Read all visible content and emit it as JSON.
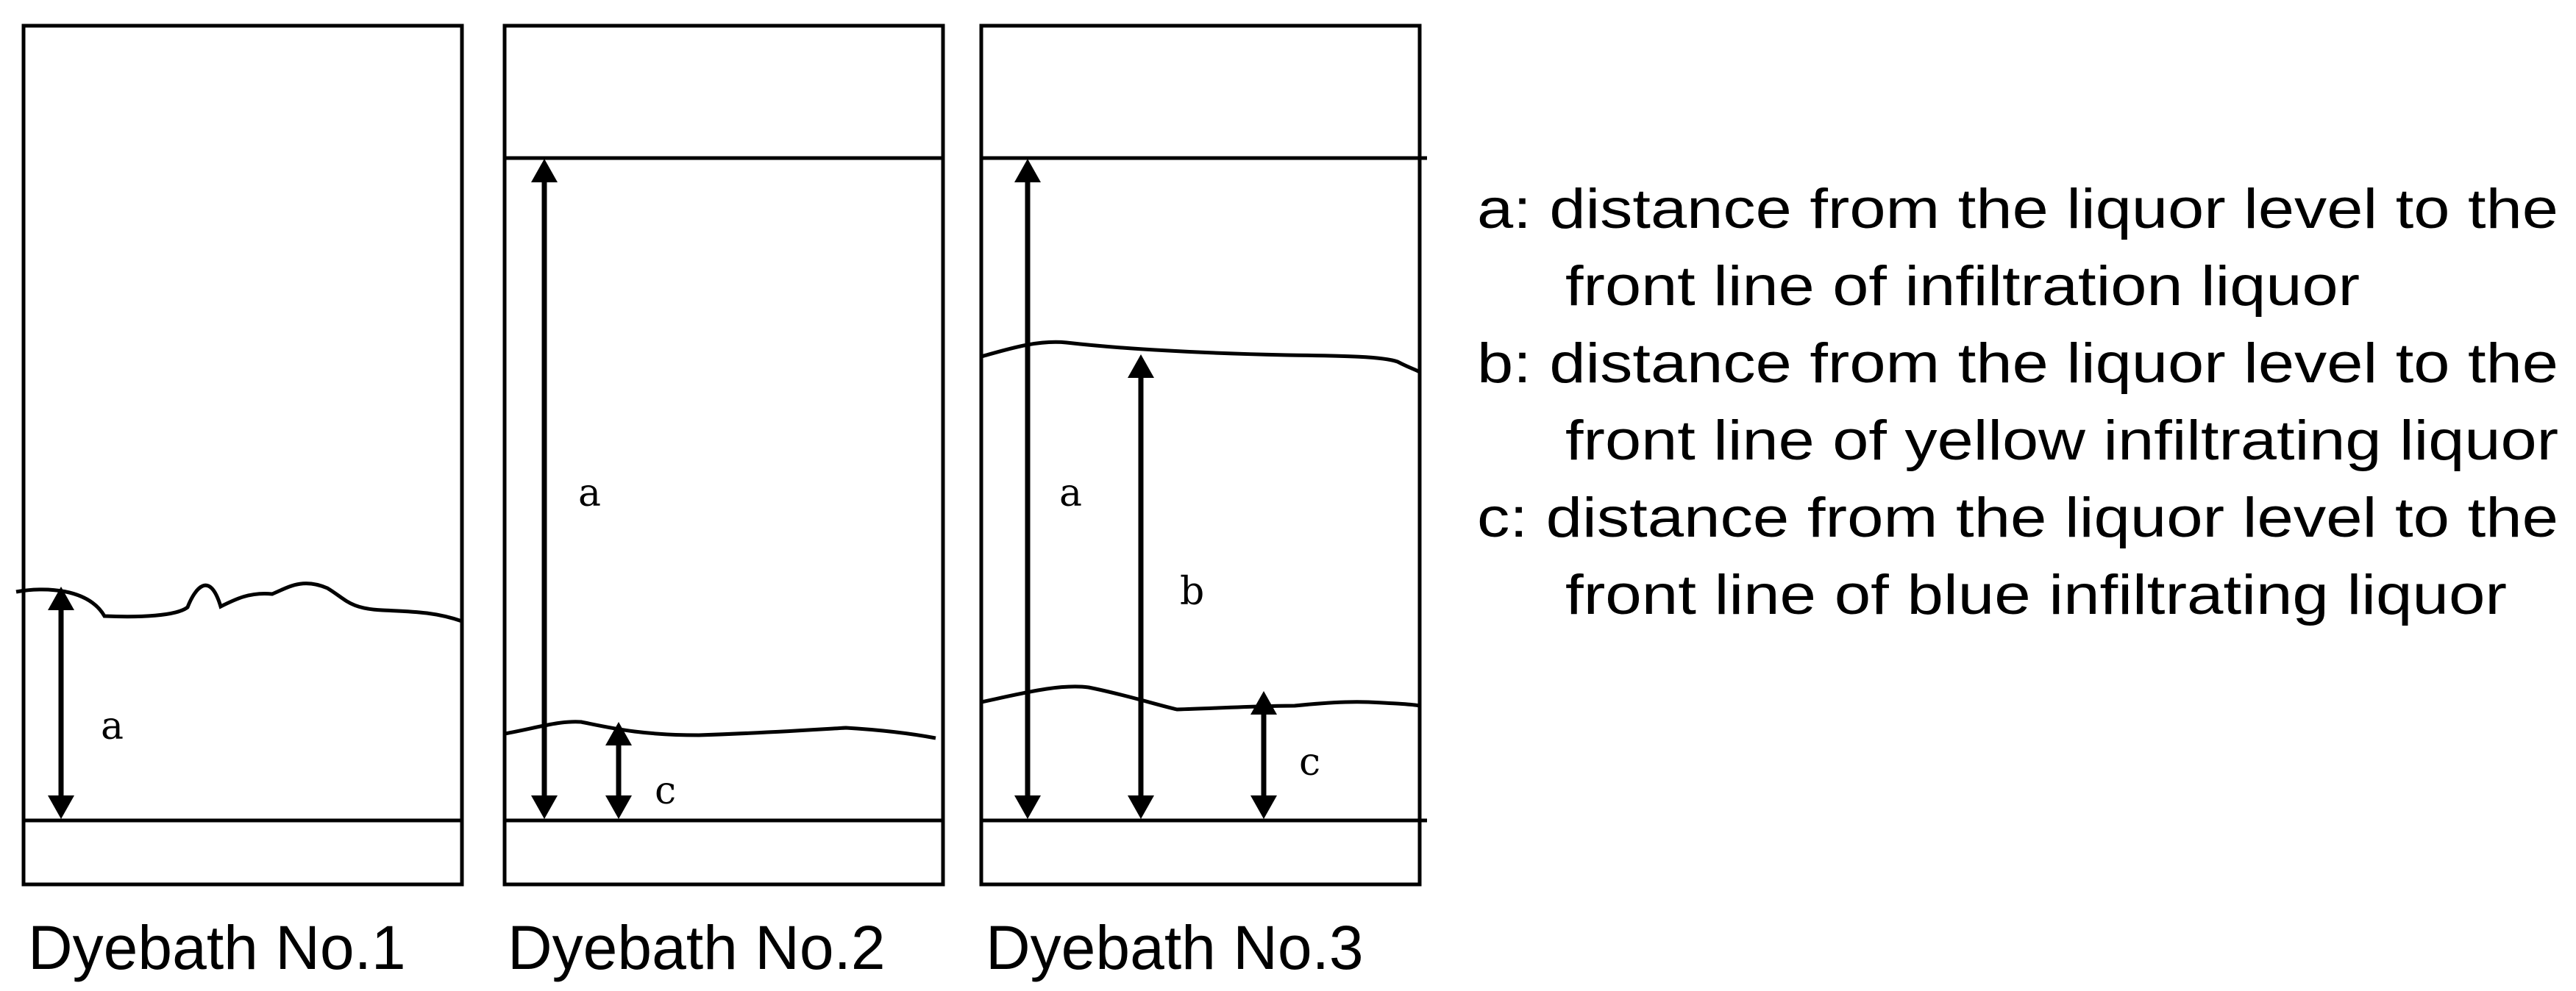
{
  "panels": [
    {
      "caption": "Dyebath No.1",
      "arrow_labels": {
        "a": "a"
      }
    },
    {
      "caption": "Dyebath No.2",
      "arrow_labels": {
        "a": "a",
        "c": "c"
      }
    },
    {
      "caption": "Dyebath No.3",
      "arrow_labels": {
        "a": "a",
        "b": "b",
        "c": "c"
      }
    }
  ],
  "legend": [
    {
      "line1": "a: distance from the liquor level to the",
      "line2": "front line of infiltration liquor"
    },
    {
      "line1": "b: distance from the liquor level to the",
      "line2": "front line of yellow infiltrating liquor"
    },
    {
      "line1": "c: distance from the liquor level to the",
      "line2": "front line of blue infiltrating liquor"
    }
  ]
}
